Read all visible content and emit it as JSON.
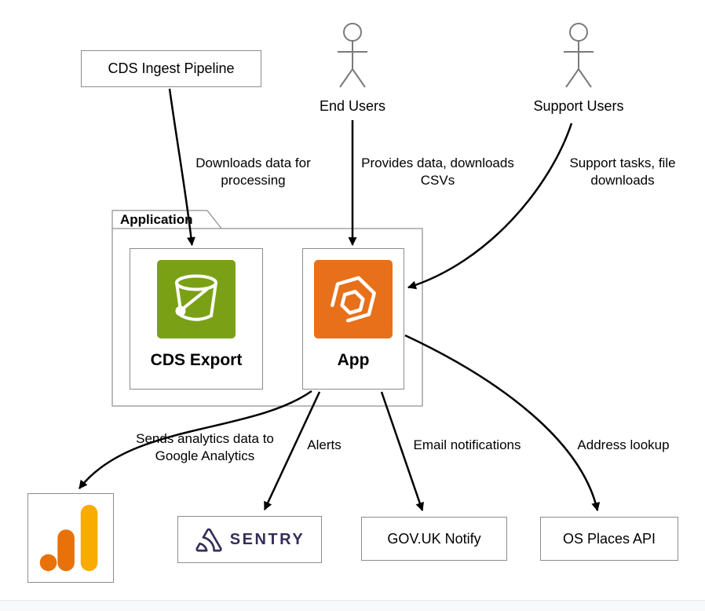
{
  "diagram": {
    "container": {
      "label": "Application"
    },
    "nodes": {
      "cds_ingest": {
        "label": "CDS Ingest Pipeline"
      },
      "end_users": {
        "label": "End Users",
        "icon": "person-icon"
      },
      "support_users": {
        "label": "Support Users",
        "icon": "person-icon"
      },
      "cds_export": {
        "label": "CDS Export",
        "icon": "aws-s3-bucket-icon"
      },
      "app": {
        "label": "App",
        "icon": "aws-ecs-container-icon"
      },
      "google_analytics": {
        "icon": "google-analytics-bars-icon"
      },
      "sentry": {
        "label": "SENTRY",
        "icon": "sentry-logo-icon"
      },
      "govuk_notify": {
        "label": "GOV.UK Notify"
      },
      "os_places": {
        "label": "OS Places API"
      }
    },
    "edges": [
      {
        "from": "CDS Ingest Pipeline",
        "to": "CDS Export",
        "label": "Downloads data for processing"
      },
      {
        "from": "End Users",
        "to": "App",
        "label": "Provides data, downloads CSVs"
      },
      {
        "from": "Support Users",
        "to": "App",
        "label": "Support tasks, file downloads"
      },
      {
        "from": "App",
        "to": "Google Analytics",
        "label": "Sends analytics data to Google Analytics"
      },
      {
        "from": "App",
        "to": "Sentry",
        "label": "Alerts"
      },
      {
        "from": "App",
        "to": "GOV.UK Notify",
        "label": "Email notifications"
      },
      {
        "from": "App",
        "to": "OS Places API",
        "label": "Address lookup"
      }
    ],
    "colors": {
      "s3_green": "#7AA116",
      "ecs_orange": "#E8701A",
      "sentry_purple": "#362D59",
      "ga_orange": "#E8710A",
      "ga_amber": "#F9AB00",
      "box_border": "#8C8C8C",
      "arrow": "#000000"
    }
  }
}
